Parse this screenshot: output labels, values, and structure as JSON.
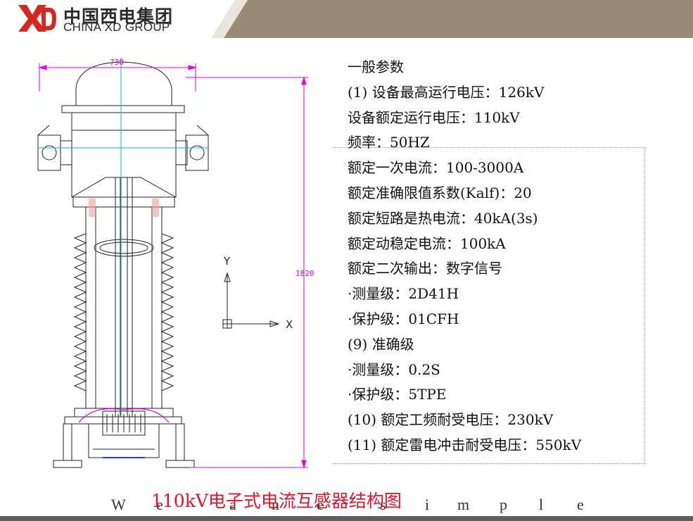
{
  "header": {
    "logo_cn": "中国西电集团",
    "logo_en": "CHINA XD GROUP",
    "logo_mark_text": "XD",
    "brand_color": "#d7261e",
    "band_color": "#9b8a76"
  },
  "parameters": {
    "lines": [
      "一般参数",
      "(1) 设备最高运行电压：126kV",
      "设备额定运行电压：110kV",
      "频率：50HZ",
      "额定一次电流：100-3000A",
      "额定准确限值系数(Kalf)：20",
      "额定短路是热电流：40kA(3s)",
      "额定动稳定电流：100kA",
      "额定二次输出：数字信号",
      "·测量级：2D41H",
      "·保护级：01CFH",
      "(9) 准确级",
      "·测量级：0.2S",
      "·保护级：5TPE",
      "(10) 额定工频耐受电压：230kV",
      "(11) 额定雷电冲击耐受电压：550kV"
    ]
  },
  "drawing": {
    "dim_width": "730",
    "dim_height": "1820",
    "axis_y": "Y",
    "axis_x": "X",
    "dim_color": "#e600e6",
    "center_color": "#00b4d8"
  },
  "caption": "110kV电子式电流互感器结构图",
  "footer": {
    "letters": [
      "W",
      "e",
      "a",
      "n",
      "e",
      "s",
      "i",
      "m",
      "p",
      "l",
      "e"
    ]
  }
}
